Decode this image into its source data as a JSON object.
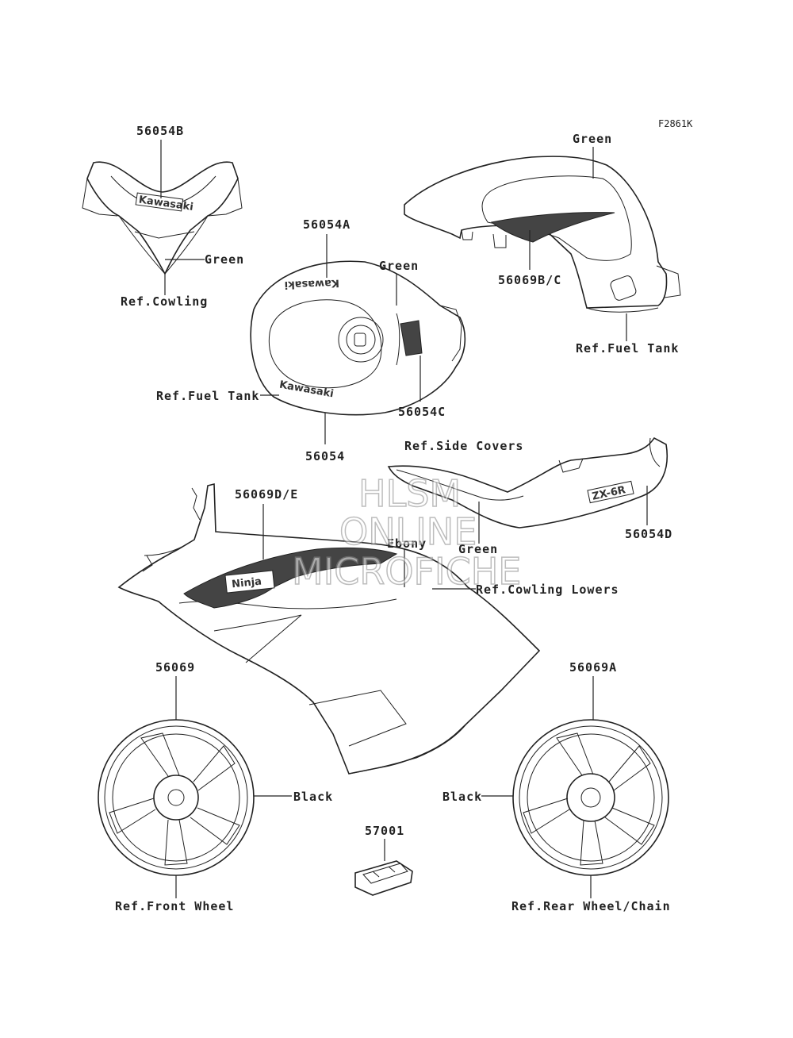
{
  "figure_id": "F2861K",
  "callouts": {
    "p56054B": "56054B",
    "p56054A": "56054A",
    "p56054": "56054",
    "p56054C": "56054C",
    "p56069BC": "56069B/C",
    "p56054D": "56054D",
    "p56069DE": "56069D/E",
    "p56069": "56069",
    "p56069A": "56069A",
    "p57001": "57001"
  },
  "notes": {
    "green_cowling": "Green",
    "ref_cowling": "Ref.Cowling",
    "green_tank": "Green",
    "ref_fuel_tank_left": "Ref.Fuel Tank",
    "green_sidecover": "Green",
    "ref_fuel_tank_right": "Ref.Fuel Tank",
    "ref_side_covers": "Ref.Side Covers",
    "ebony": "Ebony",
    "green_lower": "Green",
    "ref_cowling_lowers": "Ref.Cowling Lowers",
    "black_front": "Black",
    "black_rear": "Black",
    "ref_front_wheel": "Ref.Front Wheel",
    "ref_rear_wheel": "Ref.Rear Wheel/Chain"
  },
  "decal_text": {
    "kawasaki_cowl": "Kawasaki",
    "kawasaki_tank_top": "Kawasaki",
    "kawasaki_tank_side": "Kawasaki",
    "ninja": "Ninja",
    "zx6r": "ZX-6R"
  },
  "watermark": {
    "line1": "HLSM",
    "line2": "ONLINE",
    "line3": "MICROFICHE"
  }
}
